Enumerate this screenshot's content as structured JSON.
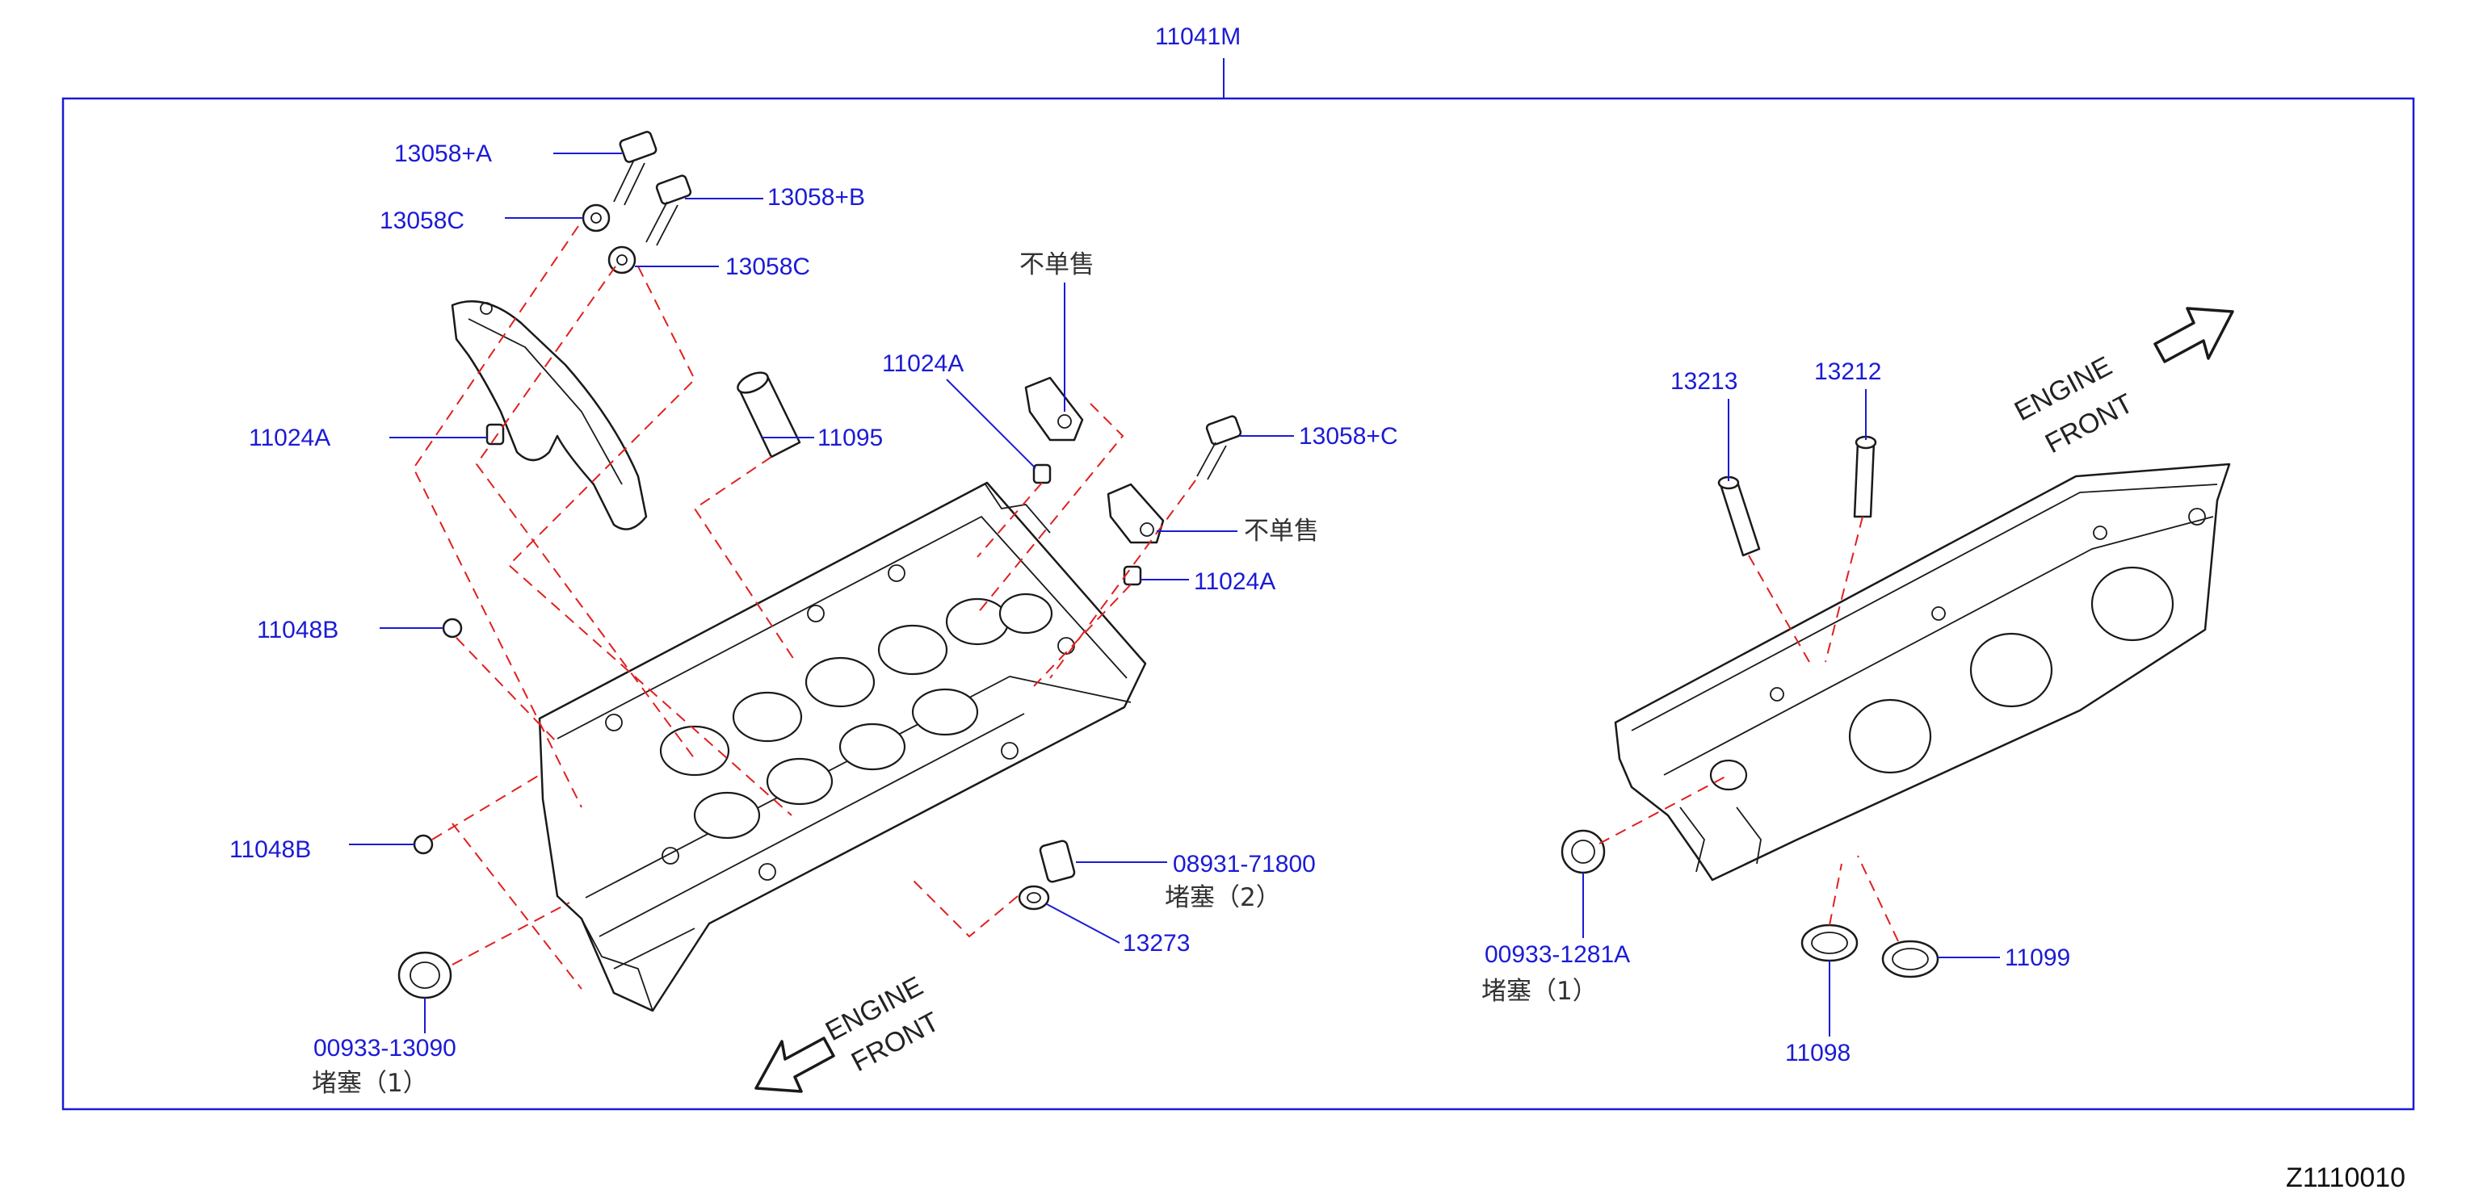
{
  "diagram": {
    "assembly_label": "11041M",
    "figure_code": "Z1110010",
    "colors": {
      "part_number": "#1b1bd6",
      "leader": "#1b1bd6",
      "exploded_dash": "#e02020",
      "linework": "#1a1a1a"
    },
    "labels": {
      "p13058_a": "13058+A",
      "p13058_b": "13058+B",
      "p13058c_1": "13058C",
      "p13058c_2": "13058C",
      "p11024a_left": "11024A",
      "p11095": "11095",
      "p11024a_top": "11024A",
      "p13058_c": "13058+C",
      "p11024a_right": "11024A",
      "p11048b_top": "11048B",
      "p11048b_bottom": "11048B",
      "p08931": "08931-71800",
      "p13273": "13273",
      "p00933_13090": "00933-13090",
      "p13213": "13213",
      "p13212": "13212",
      "p00933_1281a": "00933-1281A",
      "p11098": "11098",
      "p11099": "11099"
    },
    "notes": {
      "not_sold_1": "不单售",
      "not_sold_2": "不单售",
      "plug_2": "堵塞（2）",
      "plug_1_left": "堵塞（1）",
      "plug_1_right": "堵塞（1）"
    },
    "engine_front": {
      "line1": "ENGINE",
      "line2": "FRONT"
    },
    "icons": [
      "engine-front-arrow-icon",
      "engine-front-arrow-icon"
    ]
  }
}
